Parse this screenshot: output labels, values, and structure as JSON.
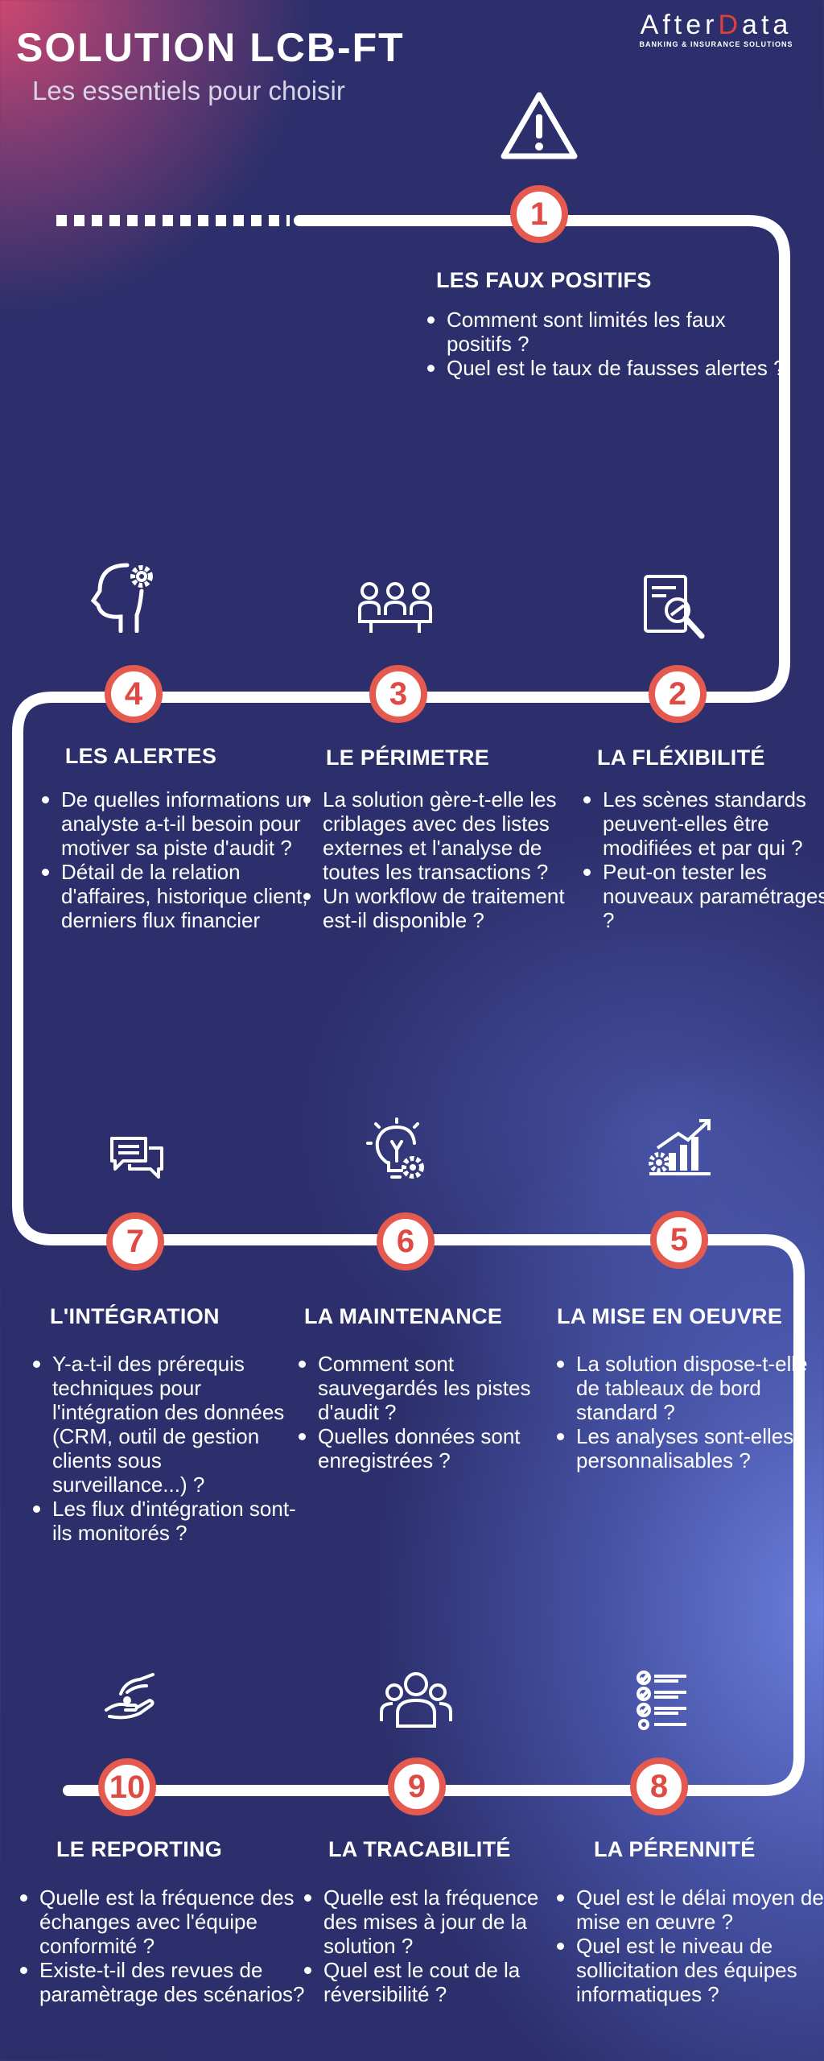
{
  "header": {
    "title": "SOLUTION LCB-FT",
    "subtitle": "Les essentiels pour choisir"
  },
  "logo": {
    "brand_part1": "After",
    "brand_red": "D",
    "brand_part2": "ata",
    "tagline": "BANKING & INSURANCE SOLUTIONS",
    "accent_color": "#e0403c"
  },
  "colors": {
    "track": "#ffffff",
    "badge_ring": "#e55a4e",
    "badge_text": "#e04a44"
  },
  "steps": [
    {
      "number": "1",
      "title": "LES FAUX POSITIFS",
      "icon": "warning-icon",
      "questions": [
        "Comment sont limités les faux positifs ?",
        "Quel est le taux de fausses alertes ?"
      ]
    },
    {
      "number": "2",
      "title": "LA FLÉXIBILITÉ",
      "icon": "document-search-icon",
      "questions": [
        "Les scènes standards peuvent-elles être modifiées et par qui ?",
        "Peut-on tester les nouveaux paramétrages ?"
      ]
    },
    {
      "number": "3",
      "title": "LE PÉRIMETRE",
      "icon": "team-meeting-icon",
      "questions": [
        "La solution gère-t-elle les criblages avec des listes externes et l'analyse de toutes les transactions ?",
        "Un workflow de traitement est-il disponible ?"
      ]
    },
    {
      "number": "4",
      "title": "LES ALERTES",
      "icon": "head-gear-icon",
      "questions": [
        "De quelles informations un analyste a-t-il besoin pour motiver sa piste d'audit ?",
        "Détail de la relation d'affaires, historique client, derniers flux financier"
      ]
    },
    {
      "number": "5",
      "title": "LA MISE EN OEUVRE",
      "icon": "gear-chart-icon",
      "questions": [
        "La solution dispose-t-elle de tableaux de bord standard ?",
        "Les analyses sont-elles personnalisables ?"
      ]
    },
    {
      "number": "6",
      "title": "LA MAINTENANCE",
      "icon": "lightbulb-gear-icon",
      "questions": [
        "Comment sont sauvegardés les pistes d'audit ?",
        "Quelles données sont enregistrées ?"
      ]
    },
    {
      "number": "7",
      "title": "L'INTÉGRATION",
      "icon": "chat-bubbles-icon",
      "questions": [
        "Y-a-t-il des prérequis techniques pour l'intégration des données (CRM, outil de gestion clients sous surveillance...) ?",
        "Les flux d'intégration sont-ils monitorés ?"
      ]
    },
    {
      "number": "8",
      "title": "LA PÉRENNITÉ",
      "icon": "checklist-icon",
      "questions": [
        "Quel est le délai moyen de mise en œuvre  ?",
        "Quel est le niveau de sollicitation des équipes informatiques ?"
      ]
    },
    {
      "number": "9",
      "title": "LA TRACABILITÉ",
      "icon": "users-group-icon",
      "questions": [
        "Quelle est la fréquence des mises à jour de la solution ?",
        "Quel est le cout de la réversibilité ?"
      ]
    },
    {
      "number": "10",
      "title": "LE REPORTING",
      "icon": "hand-coin-icon",
      "questions": [
        "Quelle est la fréquence des échanges avec l'équipe conformité ?",
        "Existe-t-il des revues de paramètrage des scénarios?"
      ]
    }
  ]
}
